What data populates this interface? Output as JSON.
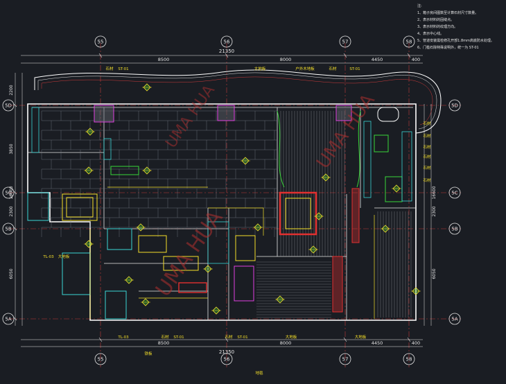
{
  "notes": {
    "title": "注:",
    "items": [
      "1、箱子房间图数至计算石材尺寸数量。",
      "2、表示材料的固缝点。",
      "3、表示材料的纹理方向。",
      "4、表示中心线。",
      "5、管道安装需检修孔开部1.8mm高底防水处理。",
      "6、门槛石除特殊说明外，统一为 ST-01"
    ]
  },
  "grid": {
    "columns": [
      "55",
      "56",
      "56",
      "57",
      "58"
    ],
    "rows": [
      "5D",
      "5C",
      "5B",
      "5A"
    ],
    "total_top": "21350",
    "total_bottom": "21350",
    "top_segments": [
      "8500",
      "8000",
      "4450",
      "400"
    ],
    "bottom_segments": [
      "8500",
      "8000",
      "4450",
      "400"
    ],
    "left_dims": [
      "2200",
      "3850",
      "16600",
      "2300",
      "6050"
    ],
    "right_dims": [
      "16600",
      "2300",
      "6050"
    ]
  },
  "material_labels": {
    "top": [
      "石材",
      "ST-01",
      "大地板",
      "户外木地板",
      "石材",
      "ST-01"
    ],
    "bottom": [
      "TL-03",
      "石材",
      "ST-01",
      "石材",
      "ST-01",
      "大地板",
      "大地板"
    ],
    "right": [
      "石材",
      "石材",
      "石材",
      "石材",
      "石材",
      "石材"
    ],
    "left_tag": "TL-03",
    "left_tag_label": "大地板",
    "bottom_center": "铁板",
    "bottom_right": "地毯"
  },
  "watermark": "UMA HUA",
  "colors": {
    "background": "#1a1d23",
    "wall": "#ffffff",
    "grid_line": "#c23b3b",
    "dimension": "#e8e8e8",
    "label_yellow": "#f5e02a",
    "green": "#38d838",
    "cyan": "#3ad6d6",
    "magenta": "#e040e0",
    "red": "#e23030",
    "watermark": "#b03030"
  }
}
